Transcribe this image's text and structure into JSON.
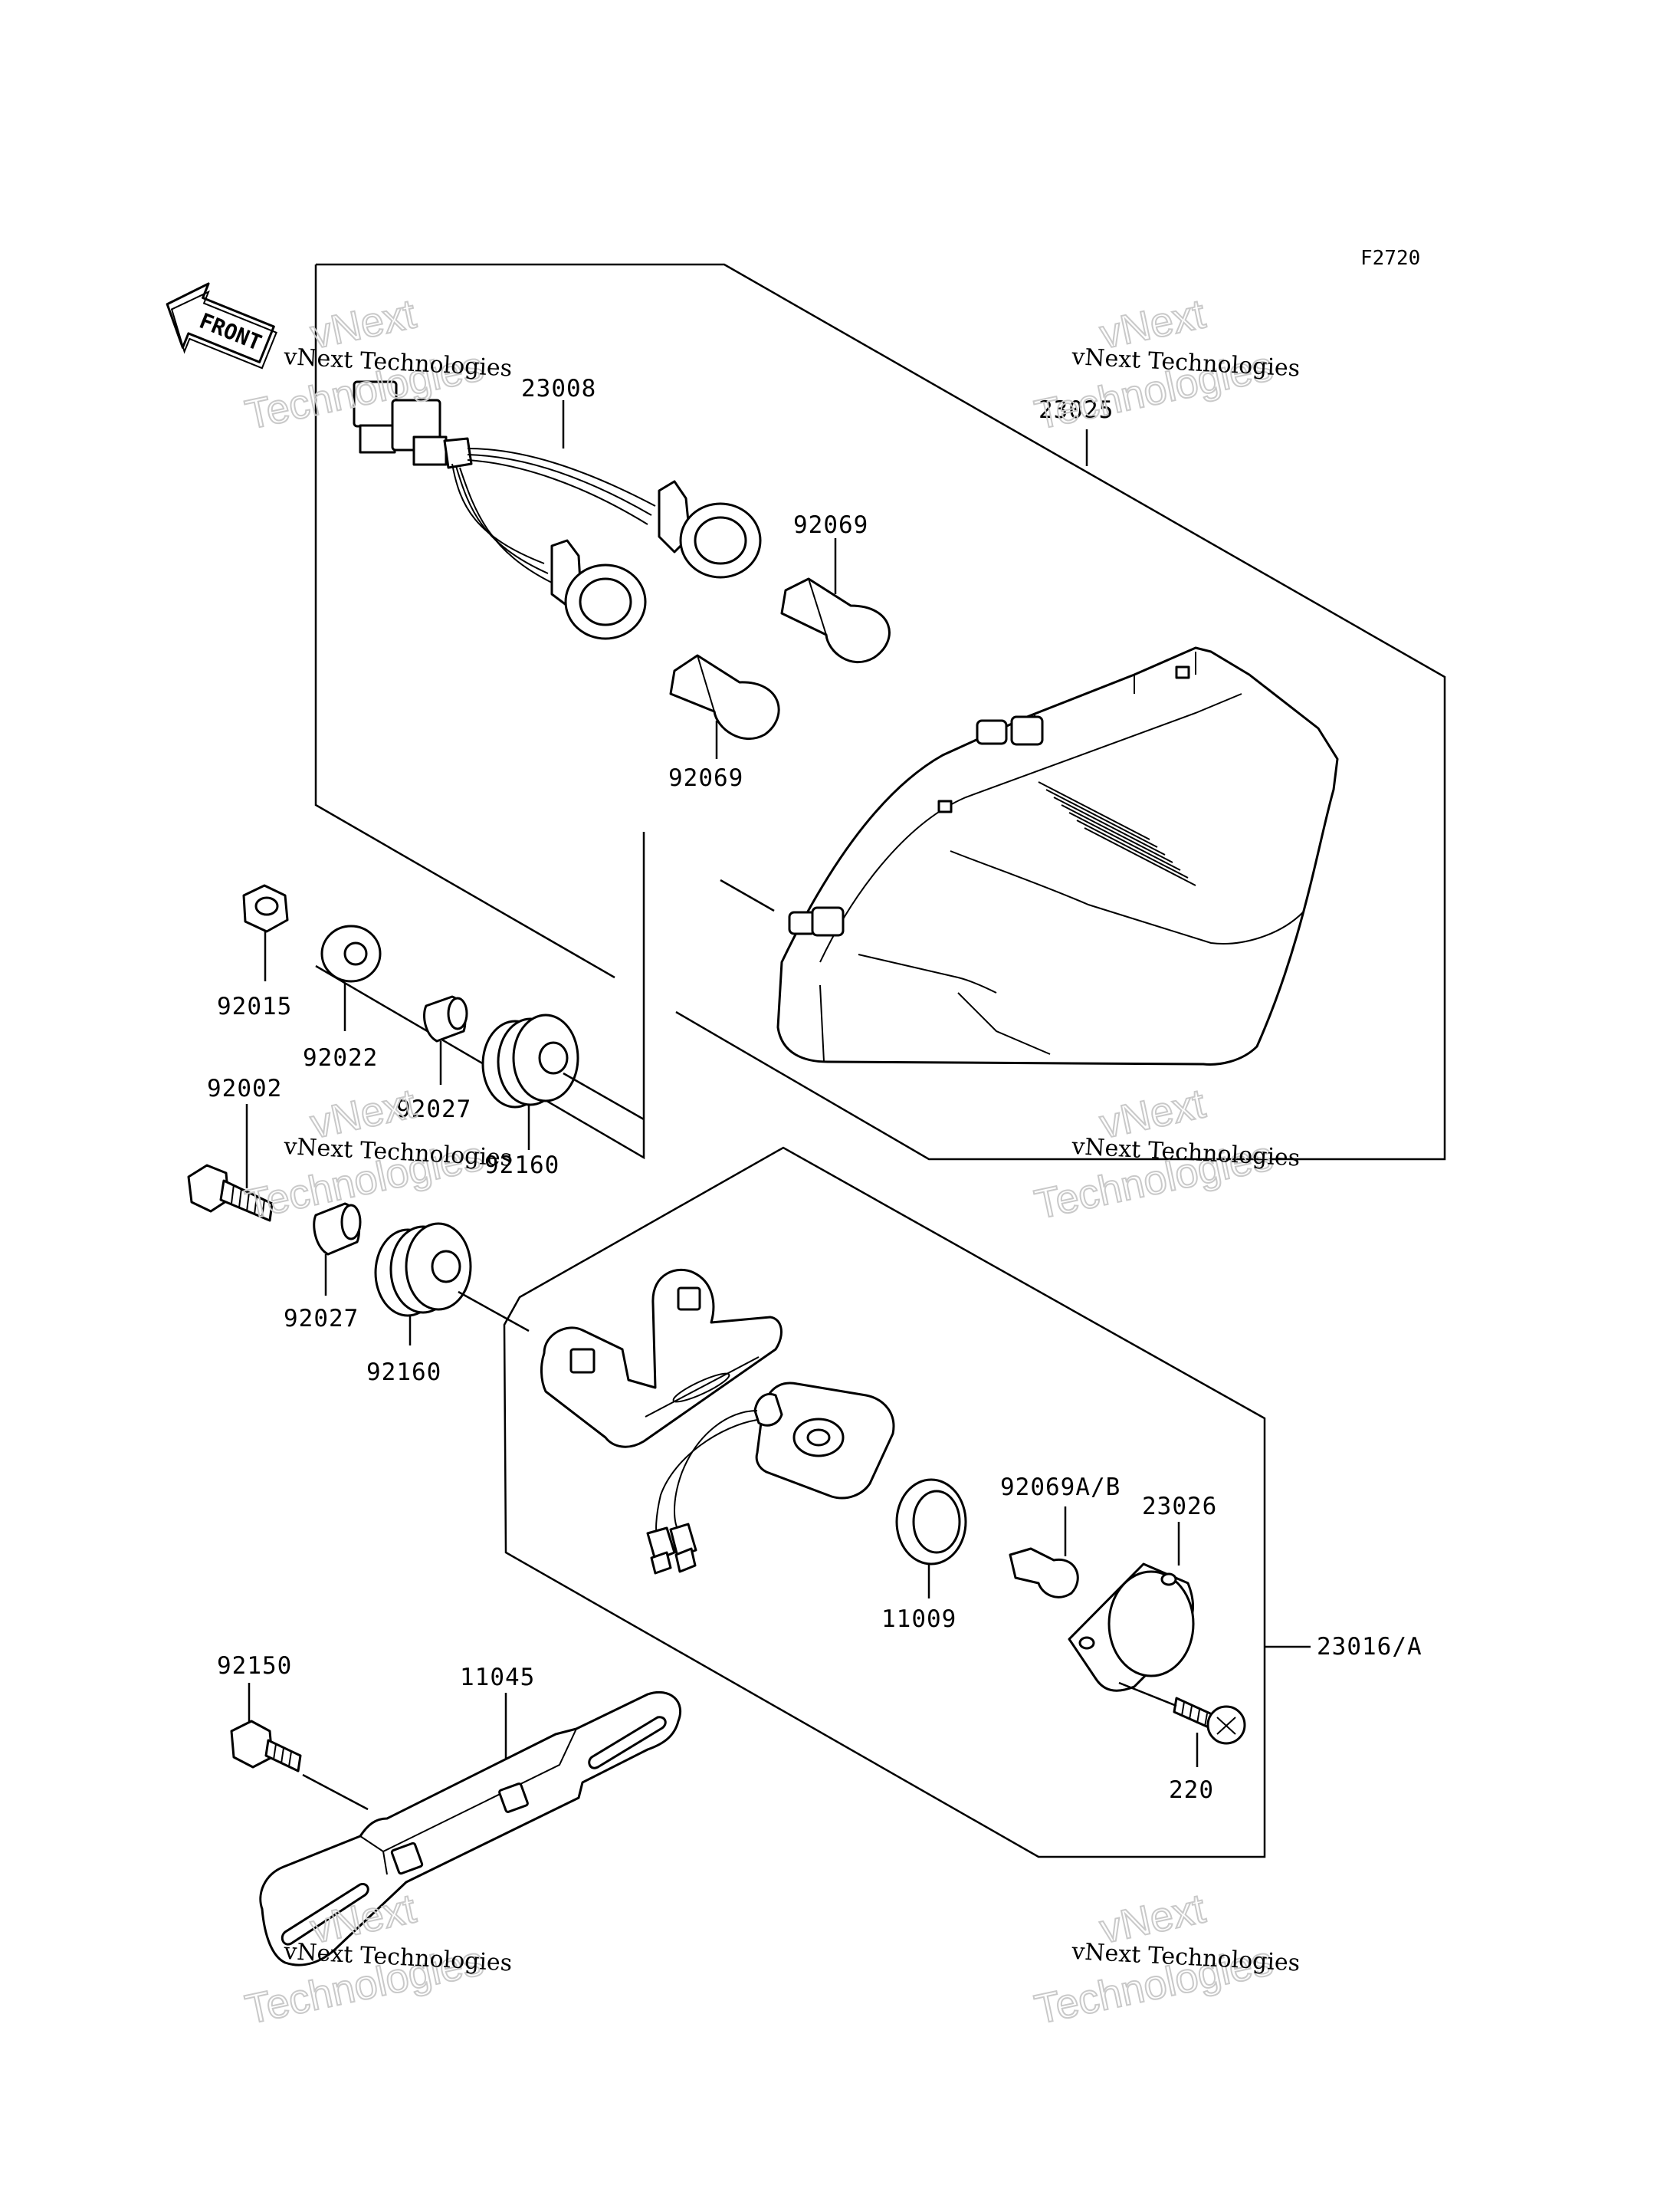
{
  "diagram_code": "F2720",
  "front_label": "FRONT",
  "callouts": {
    "c23008": "23008",
    "c23025": "23025",
    "c92069a": "92069",
    "c92069b": "92069",
    "c92015": "92015",
    "c92022": "92022",
    "c92027a": "92027",
    "c92002": "92002",
    "c92160a": "92160",
    "c92027b": "92027",
    "c92160b": "92160",
    "c92069ab": "92069A/B",
    "c23026": "23026",
    "c11009": "11009",
    "c23016a": "23016/A",
    "c92150": "92150",
    "c11045": "11045",
    "c220": "220"
  },
  "watermark": {
    "line1": "vNext Technologies",
    "line2a": "vNext",
    "line2b": "Technologies"
  }
}
